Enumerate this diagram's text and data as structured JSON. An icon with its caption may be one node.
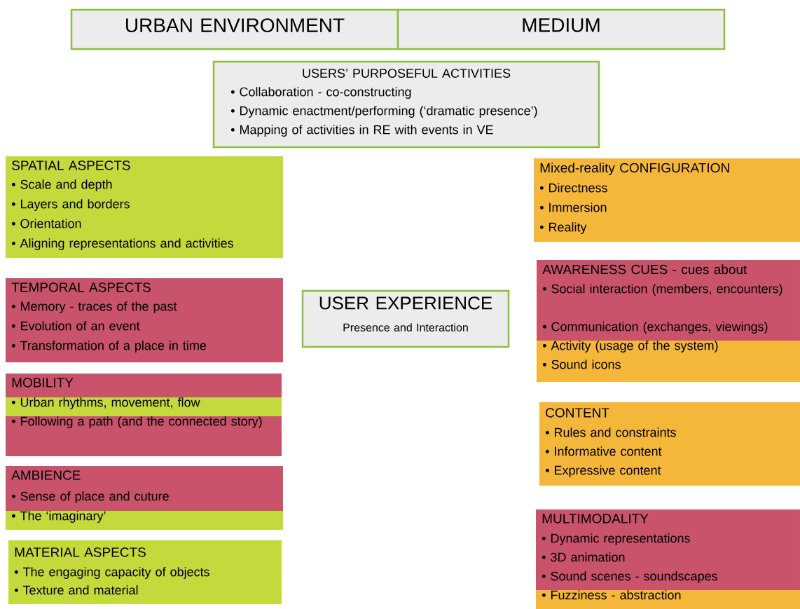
{
  "diagram": {
    "nodes": [
      {
        "text": [
          "URBAN ENVIRONMENT"
        ]
      },
      {
        "text": [
          "MEDIUM"
        ]
      },
      {
        "text": [
          "USERS’ PURPOSEFUL ACTIVITIES",
          "• Collaboration - co-constructing",
          "• Dynamic enactment/performing (‘dramatic presence’)",
          "• Mapping of activities in RE with events in VE"
        ]
      },
      {
        "text": [
          "SPATIAL ASPECTS",
          "• Scale and depth",
          "• Layers and borders",
          "• Orientation",
          "•  Aligning representations and activities"
        ]
      },
      {
        "text": [
          "TEMPORAL  ASPECTS",
          "• Memory - traces of the past",
          "• Evolution of an event",
          "• Transformation of a place in time"
        ]
      },
      {
        "text": [
          "MOBILITY",
          "• Urban rhythms, movement, flow",
          "• Following a path (and the connected story)"
        ]
      },
      {
        "text": [
          "AMBIENCE",
          "• Sense of place and cuture",
          "• The ‘imaginary’"
        ]
      },
      {
        "text": [
          "MATERIAL ASPECTS",
          "• The engaging capacity of objects",
          "• Texture and material"
        ]
      },
      {
        "text": [
          "USER EXPERIENCE",
          "Presence and Interaction"
        ]
      },
      {
        "text": [
          "Mixed-reality  CONFIGURATION",
          "• Directness",
          "• Immersion",
          "• Reality"
        ]
      },
      {
        "text": [
          "AWARENESS CUES - cues about",
          "• Social interaction (members, encounters)",
          "• Communication (exchanges, viewings)",
          "• Activity (usage of the system)",
          "• Sound icons"
        ]
      },
      {
        "text": [
          "CONTENT",
          "• Rules and constraints",
          "• Informative content",
          "• Expressive content"
        ]
      },
      {
        "text": [
          "MULTIMODALITY",
          "• Dynamic representations",
          "• 3D animation",
          "• Sound scenes - soundscapes",
          "• Fuzziness - abstraction"
        ]
      }
    ]
  }
}
